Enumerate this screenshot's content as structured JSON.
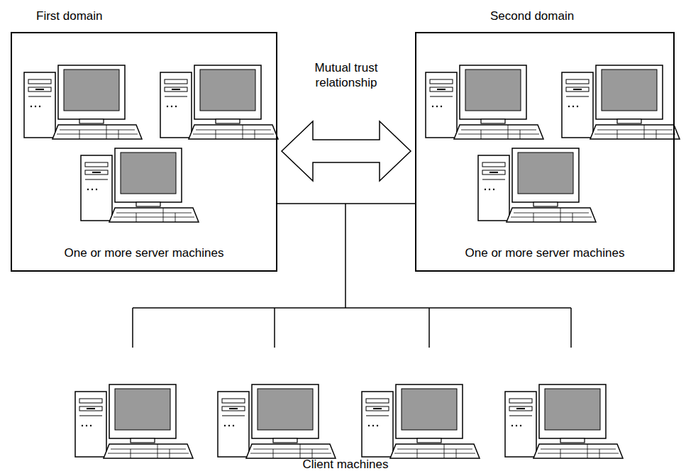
{
  "diagram": {
    "nodes": [
      {
        "text": [
          "First domain",
          "One or more server machines"
        ]
      },
      {
        "text": [
          "Second domain",
          "One or more server machines"
        ]
      }
    ],
    "edges": [
      {
        "from": 0,
        "to": 1,
        "arrow": "both",
        "label": "Mutual trust relationship"
      },
      {
        "from": 0,
        "to": 1,
        "arrow": "none"
      }
    ],
    "labels": [
      "Client machines"
    ]
  }
}
